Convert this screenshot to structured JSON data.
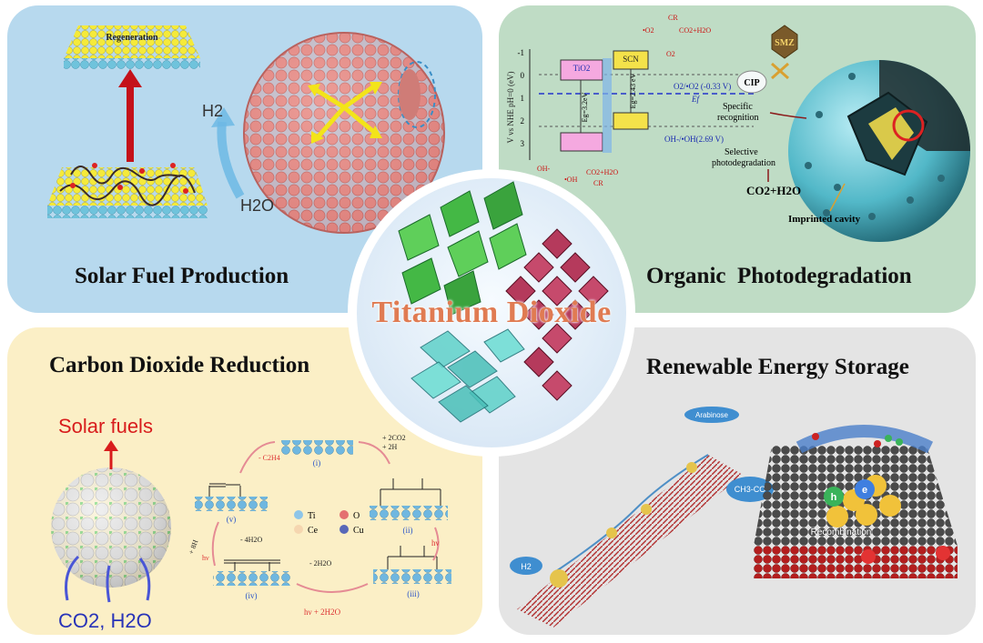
{
  "center": {
    "title": "Titanium Dioxide"
  },
  "panels": {
    "solar": {
      "title": "Solar Fuel Production",
      "labels": {
        "regeneration": "Regeneration",
        "h2": "H2",
        "h2o": "H2O"
      }
    },
    "organic": {
      "title": "Organic  Photodegradation",
      "labels": {
        "axis": "V vs NHE  pH=0 (eV)",
        "tio2": "TiO2",
        "scn": "SCN",
        "eg_tio2": "Eg=3.2eV",
        "eg_scn": "Eg=2.43 eV",
        "o2_level": "O2/•O2 (-0.33 V)",
        "ef": "Ef",
        "oh_level": "OH-/•OH(2.69 V)",
        "cr_top": "CR",
        "co2h2o_top": "CO2+H2O",
        "o2": "O2",
        "o2rad": "•O2",
        "ohm": "OH-",
        "ohrad": "•OH",
        "cr_bottom": "CR",
        "co2h2o_bottom": "CO2+H2O",
        "smz": "SMZ",
        "cip": "CIP",
        "specific": "Specific",
        "recognition": "recognition",
        "selective": "Selective",
        "photodeg": "photodegradation",
        "co2h2o": "CO2+H2O",
        "cavity": "Imprinted cavity",
        "ticks": [
          "-1",
          "0",
          "1",
          "2",
          "3"
        ]
      }
    },
    "co2": {
      "title": "Carbon Dioxide Reduction",
      "labels": {
        "solar_fuels": "Solar fuels",
        "co2_h2o": "CO2, H2O",
        "step_i": "(i)",
        "step_ii": "(ii)",
        "step_iii": "(iii)",
        "step_iv": "(iv)",
        "step_v": "(v)",
        "ti": "Ti",
        "o": "O",
        "ce": "Ce",
        "cu": "Cu",
        "minus_c2h4": "- C2H4",
        "plus_2co2": "+ 2CO2",
        "plus_2h": "+ 2H",
        "hv": "hν",
        "hv_2h2o": "hν + 2H2O",
        "minus_2h2o": "- 2H2O",
        "minus_4h2o": "- 4H2O",
        "plus_8h": "+ 8H",
        "hv_left": "hν"
      }
    },
    "energy": {
      "title": "Renewable Energy Storage",
      "labels": {
        "arabinose": "Arabinose",
        "product": "CH3-CO",
        "h2": "H2",
        "h": "h",
        "e": "e",
        "recombination": "Recombination"
      }
    }
  },
  "colors": {
    "solar_bg": "#b7d9ee",
    "organic_bg": "#bfdcc5",
    "co2_bg": "#fbefc6",
    "energy_bg": "#e4e4e4",
    "sphere_pink": "#e8918c",
    "title_orange": "#e07b52"
  }
}
